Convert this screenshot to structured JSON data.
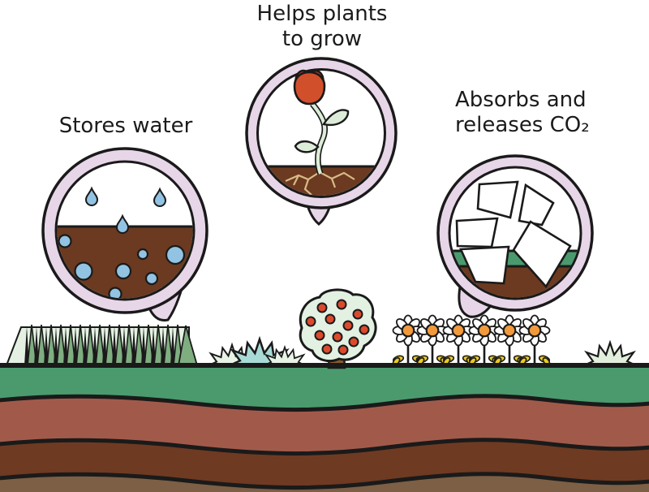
{
  "captions": {
    "stores_water": "Stores water",
    "helps_plants_to_grow": "Helps plants to grow",
    "absorbs_releases_co2": "Absorbs and releases CO₂"
  },
  "scene": {
    "bubbles": [
      {
        "id": "stores-water",
        "icon": "water-drops-in-soil-icon",
        "caption": "Stores water"
      },
      {
        "id": "helps-plants",
        "icon": "sprouting-flower-icon",
        "caption": "Helps plants to grow"
      },
      {
        "id": "absorbs-co2",
        "icon": "recycling-arrows-icon",
        "caption": "Absorbs and releases CO₂"
      }
    ],
    "landscape": {
      "soil_layers_count": 4,
      "vegetation": [
        "grass-patch",
        "shrub-cluster",
        "fruit-tree",
        "daisy-row",
        "shrub"
      ]
    },
    "daisy_count": 6
  },
  "colors": {
    "bubble_ring": "#e7d6e8",
    "outline": "#1a1a1a",
    "water_blue": "#92c3e3",
    "soil_dark_brown": "#6b3a20",
    "topsoil_green": "#4a9a6d",
    "subsoil_red_brown": "#a15a4a",
    "subsoil_dark_brown": "#6f3a22",
    "bedrock_brown": "#7d5f45",
    "tulip_red": "#d1502b",
    "tulip_dark_red": "#a93c1e",
    "fruit_red": "#dc4a2c",
    "daisy_center_orange": "#f09a3d",
    "daisy_leaf_yellow": "#eecb1e",
    "pale_leaf_green": "#dcecd8",
    "grass_green": "#7fae81",
    "grass_base_green": "#e4f1e2",
    "shrub_teal": "#a8dbd6",
    "root_crack_tan": "#d8ba88"
  }
}
